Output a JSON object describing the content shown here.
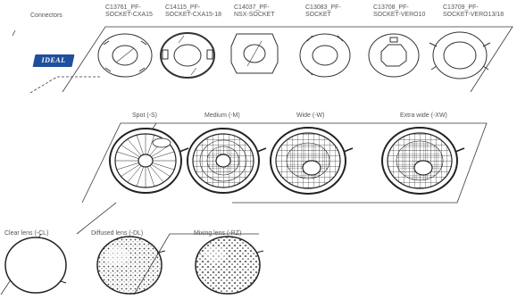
{
  "connectors": {
    "heading": "Connectors",
    "items": [
      {
        "code": "C13761_PF-",
        "name": "SOCKET-CXA15"
      },
      {
        "code": "C14115_PF-",
        "name": "SOCKET-CXA15-18"
      },
      {
        "code": "C14037_PF-",
        "name": "NSX-SOCKET"
      },
      {
        "code": "C13083_PF-",
        "name": "SOCKET"
      },
      {
        "code": "C13708_PF-",
        "name": "SOCKET-VERO10"
      },
      {
        "code": "C13709_PF-",
        "name": "SOCKET-VERO13/18"
      }
    ]
  },
  "brand": {
    "logo_text": "IDEAL"
  },
  "reflectors": [
    "Spot (-S)",
    "Medium (-M)",
    "Wide (-W)",
    "Extra wide (-XW)"
  ],
  "lenses": [
    "Clear lens (-CL)",
    "Diffused lens (-DL)",
    "Mixing lens (-RZ)"
  ],
  "colors": {
    "line": "#3a3a3a",
    "logo_bg": "#1f4f9c"
  }
}
